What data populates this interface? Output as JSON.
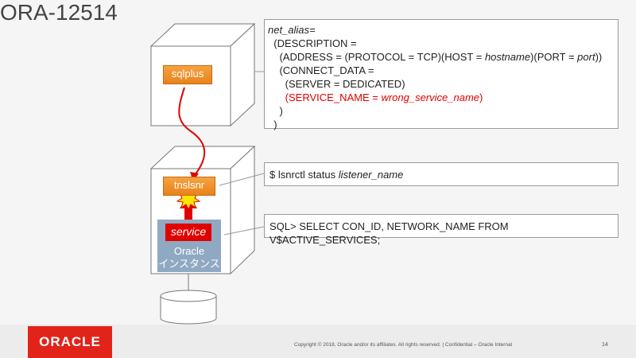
{
  "slide": {
    "title": "ORA-12514",
    "page_number": "14",
    "copyright": "Copyright © 2018, Oracle and/or its affiliates. All rights reserved.  |  Confidential – Oracle Internal",
    "logo_text": "ORACLE"
  },
  "client": {
    "label": "sqlplus"
  },
  "server": {
    "listener_label": "tnslsnr",
    "service_label": "service",
    "instance_line1": "Oracle",
    "instance_line2": "インスタンス"
  },
  "tns_box": {
    "line1": "net_alias=",
    "line2": "(DESCRIPTION =",
    "line3_a": "(ADDRESS = (PROTOCOL = TCP)(HOST = ",
    "line3_host": "hostname",
    "line3_b": ")(PORT = ",
    "line3_port": "port",
    "line3_c": "))",
    "line4": "(CONNECT_DATA =",
    "line5": "(SERVER = DEDICATED)",
    "line6_a": "(SERVICE_NAME = ",
    "line6_val": "wrong_service_name",
    "line6_b": ")",
    "line7": ")",
    "line8": ")"
  },
  "lsnrctl_box": {
    "cmd": "$ lsnrctl status ",
    "arg": "listener_name"
  },
  "sql_box": {
    "text": "SQL> SELECT CON_ID, NETWORK_NAME FROM V$ACTIVE_SERVICES;"
  },
  "colors": {
    "accent_red": "#e00000",
    "oracle_red": "#e2231a",
    "listener_orange": "#f0902a",
    "instance_blue": "#8fa9c3"
  }
}
